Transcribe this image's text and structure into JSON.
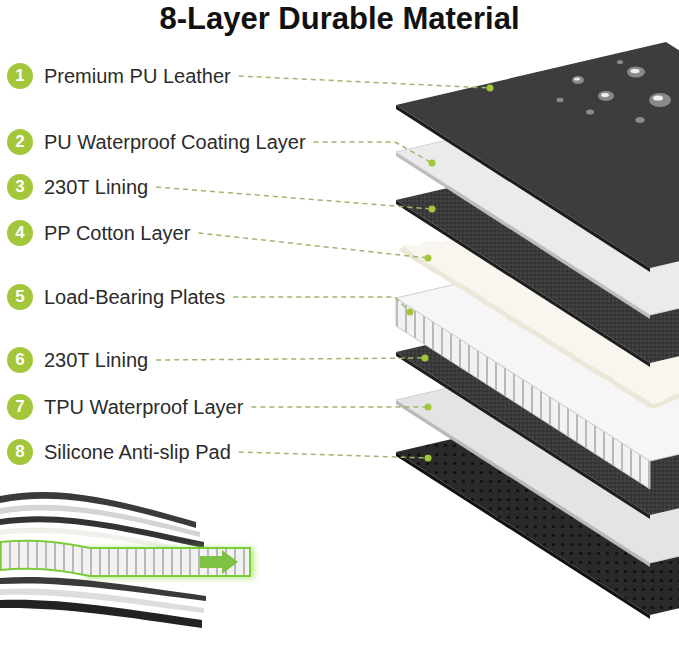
{
  "diagram": {
    "title": "8-Layer Durable Material",
    "nodes": [
      {
        "text": [
          "1"
        ]
      },
      {
        "text": [
          "2"
        ]
      },
      {
        "text": [
          "3"
        ]
      },
      {
        "text": [
          "4"
        ]
      },
      {
        "text": [
          "5"
        ]
      },
      {
        "text": [
          "6"
        ]
      },
      {
        "text": [
          "7"
        ]
      },
      {
        "text": [
          "8"
        ]
      }
    ],
    "labels": [
      "Premium PU Leather",
      "PU Waterproof Coating Layer",
      "230T Lining",
      "PP Cotton Layer",
      "Load-Bearing Plates",
      "230T Lining",
      "TPU Waterproof Layer",
      "Silicone Anti-slip Pad"
    ]
  }
}
